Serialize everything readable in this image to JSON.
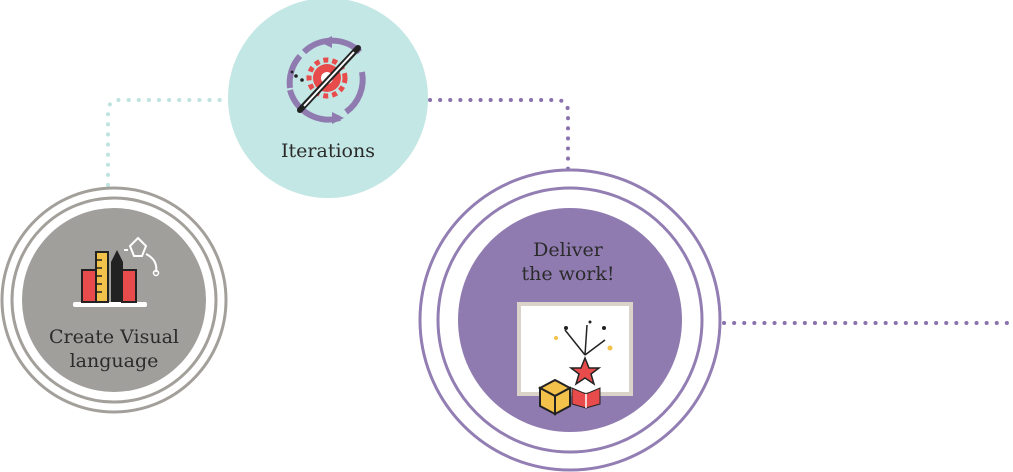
{
  "steps": [
    {
      "id": "visual",
      "label_line1": "Create Visual",
      "label_line2": "language",
      "icon": "design-tools-icon"
    },
    {
      "id": "iterations",
      "label": "Iterations",
      "icon": "gear-cycle-icon"
    },
    {
      "id": "deliver",
      "label_line1": "Deliver",
      "label_line2": "the work!",
      "icon": "celebration-board-icon"
    }
  ],
  "colors": {
    "gray": "#a19f9b",
    "gray_ring": "#a3a09b",
    "teal": "#c3e7e4",
    "teal_dots": "#bfe3df",
    "purple": "#907bb1",
    "purple_ring": "#937eb3",
    "purple_dots": "#8a72ad",
    "red": "#e84b4b",
    "yellow": "#f3c24a"
  }
}
